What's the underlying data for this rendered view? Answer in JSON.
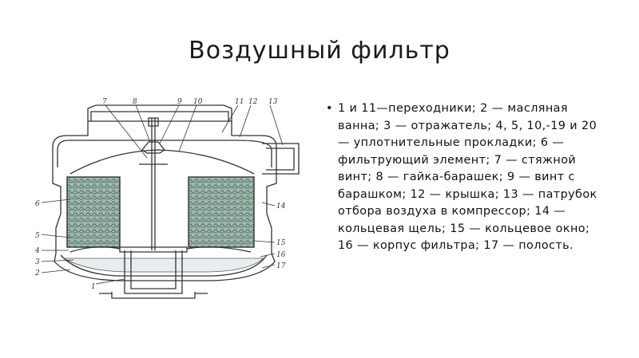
{
  "slide": {
    "title": "Воздушный фильтр",
    "caption_text": "1 и 11—переходники; 2 — масляная ванна; 3 — отражатель; 4, 5, 10,-19 и 20 — уплотнительные прокладки; 6 — фильтрующий элемент; 7 — стяжной винт; 8 — гайка-барашек; 9 — винт с барашком; 12 — крышка; 13 — патрубок отбора воздуха в компрессор; 14 — кольцевая щель; 15 — кольцевое окно; 16 — корпус фильтра; 17 — полость.",
    "bullet_symbol": "•"
  },
  "diagram": {
    "callouts": [
      "7",
      "8",
      "9",
      "10",
      "11",
      "12",
      "13",
      "6",
      "14",
      "5",
      "15",
      "4",
      "16",
      "3",
      "2",
      "17",
      "1"
    ],
    "colors": {
      "outline": "#333333",
      "filter_fill": "#9fb8ab",
      "filter_mesh": "#4f6e63",
      "oil_fill": "#e8eef0"
    }
  }
}
